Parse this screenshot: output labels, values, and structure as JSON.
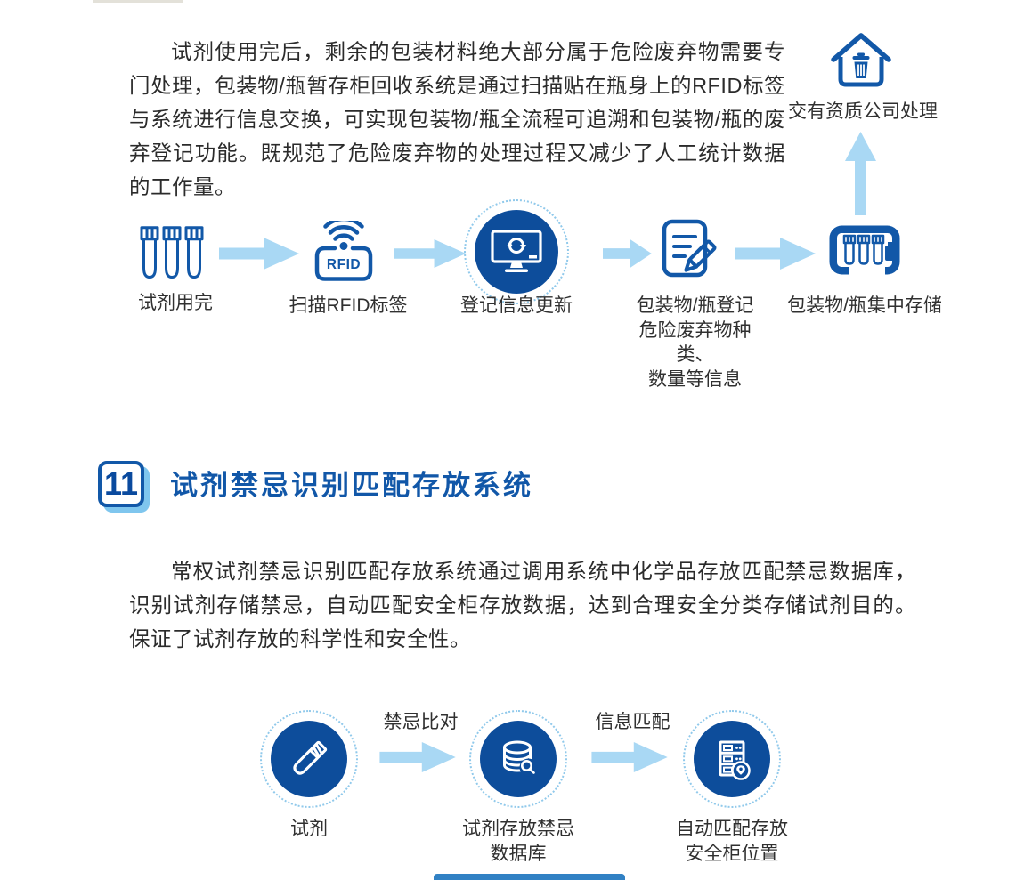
{
  "colors": {
    "icon_blue": "#1258a8",
    "fill_blue": "#0d4d9b",
    "arrow_blue": "#a9d8f4",
    "dot_ring": "#90c9eb",
    "title_blue": "#1157a8",
    "badge_shadow": "#7fc6ee",
    "text_dark": "#2b2b2b",
    "bottom_bar": "#3181c4"
  },
  "section10": {
    "paragraph": "试剂使用完后，剩余的包装材料绝大部分属于危险废弃物需要专门处理，包装物/瓶暂存柜回收系统是通过扫描贴在瓶身上的RFID标签与系统进行信息交换，可实现包装物/瓶全流程可追溯和包装物/瓶的废弃登记功能。既规范了危险废弃物的处理过程又减少了人工统计数据的工作量。",
    "disposal_label": "交有资质公司处理",
    "rfid_badge": "RFID",
    "steps": [
      {
        "label": "试剂用完",
        "icon": "test-tubes-icon"
      },
      {
        "label": "扫描RFID标签",
        "icon": "rfid-tag-icon"
      },
      {
        "label": "登记信息更新",
        "icon": "monitor-refresh-icon"
      },
      {
        "label": "包装物/瓶登记\n危险废弃物种类、\n数量等信息",
        "icon": "document-edit-icon"
      },
      {
        "label": "包装物/瓶集中存储",
        "icon": "storage-box-icon"
      }
    ]
  },
  "section11": {
    "number": "11",
    "title": "试剂禁忌识别匹配存放系统",
    "paragraph": "常权试剂禁忌识别匹配存放系统通过调用系统中化学品存放匹配禁忌数据库，识别试剂存储禁忌，自动匹配安全柜存放数据，达到合理安全分类存储试剂目的。保证了试剂存放的科学性和安全性。",
    "steps": [
      {
        "label": "试剂",
        "icon": "reagent-tube-icon"
      },
      {
        "label": "试剂存放禁忌\n数据库",
        "icon": "database-search-icon"
      },
      {
        "label": "自动匹配存放\n安全柜位置",
        "icon": "cabinet-location-icon"
      }
    ],
    "arrow_labels": [
      "禁忌比对",
      "信息匹配"
    ]
  }
}
